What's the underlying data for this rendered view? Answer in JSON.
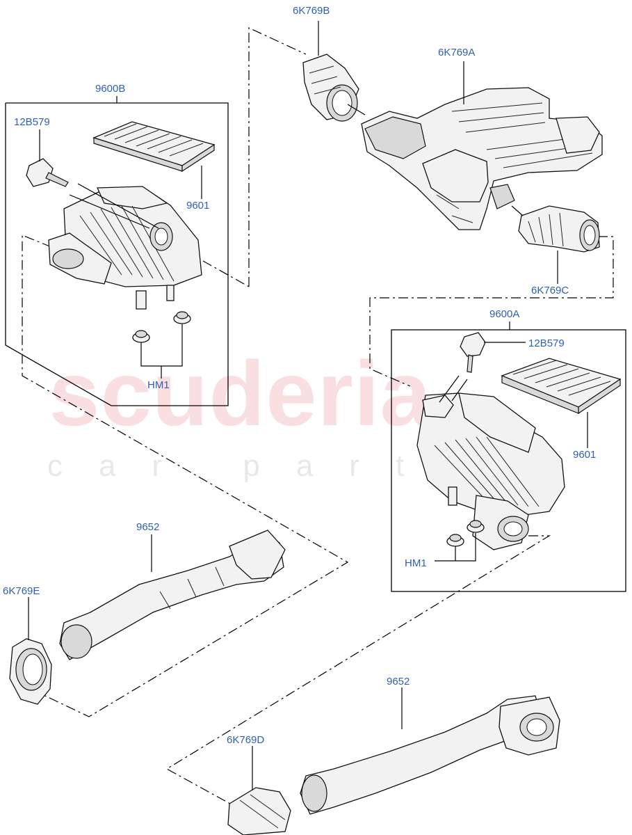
{
  "watermark": {
    "main": "scuderia",
    "sub": "car parts"
  },
  "labels": {
    "p_6k769b": "6K769B",
    "p_6k769a": "6K769A",
    "p_9600b": "9600B",
    "p_12b579_left": "12B579",
    "p_9601_left": "9601",
    "p_hm1_left": "HM1",
    "p_6k769c": "6K769C",
    "p_9600a": "9600A",
    "p_12b579_right": "12B579",
    "p_9601_right": "9601",
    "p_hm1_right": "HM1",
    "p_9652_left": "9652",
    "p_6k769e": "6K769E",
    "p_9652_right": "9652",
    "p_6k769d": "6K769D"
  },
  "colors": {
    "callout_text": "#2f5fb5",
    "linework": "#000000",
    "watermark_main": "#e86e78"
  }
}
